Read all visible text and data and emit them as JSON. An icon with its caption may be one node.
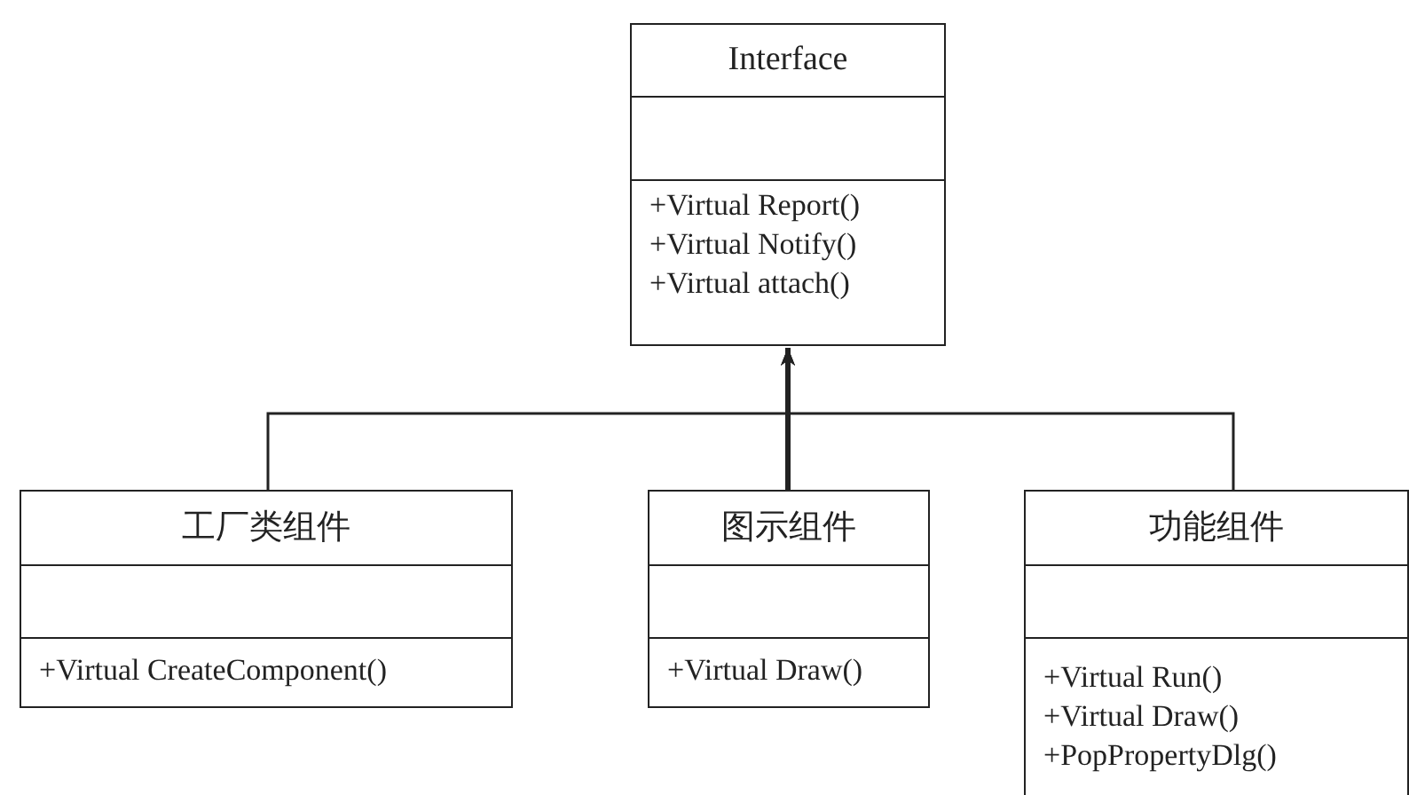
{
  "diagram": {
    "nodes": [
      {
        "text": [
          "Interface",
          "+Virtual Report()",
          "+Virtual Notify()",
          "+Virtual attach()"
        ]
      },
      {
        "text": [
          "工厂类组件",
          "+Virtual CreateComponent()"
        ]
      },
      {
        "text": [
          "图示组件",
          "+Virtual Draw()"
        ]
      },
      {
        "text": [
          "功能组件",
          "+Virtual Run()",
          "+Virtual Draw()",
          "+PopPropertyDlg()"
        ]
      }
    ],
    "edges": [
      {
        "from": 1,
        "to": 0,
        "arrow": "to"
      },
      {
        "from": 2,
        "to": 0,
        "arrow": "to",
        "style": "thick"
      },
      {
        "from": 3,
        "to": 0,
        "arrow": "to"
      }
    ]
  }
}
